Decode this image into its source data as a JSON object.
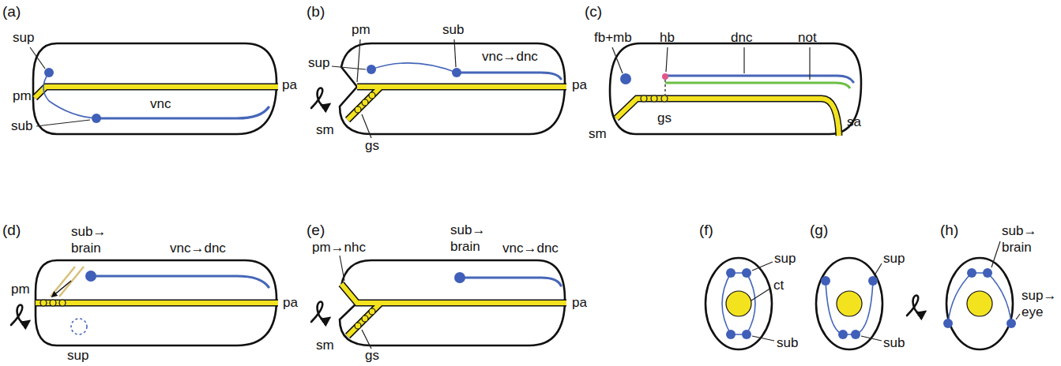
{
  "diagram": {
    "labels": [
      "(a)",
      "sup",
      "pm",
      "sub",
      "vnc",
      "pa",
      "(b)",
      "sup",
      "pm",
      "sub",
      "vnc→dnc",
      "sm",
      "gs",
      "pa",
      "(c)",
      "fb+mb",
      "hb",
      "dnc",
      "not",
      "sm",
      "gs",
      "sa",
      "(d)",
      "sub→ brain",
      "vnc→dnc",
      "pm",
      "sup",
      "pa",
      "(e)",
      "pm→nhc",
      "sub→ brain",
      "vnc→dnc",
      "sm",
      "gs",
      "pa",
      "(f)",
      "sup",
      "ct",
      "sub",
      "(g)",
      "sup",
      "sub",
      "(h)",
      "sub→ brain",
      "sup→ eye"
    ]
  }
}
